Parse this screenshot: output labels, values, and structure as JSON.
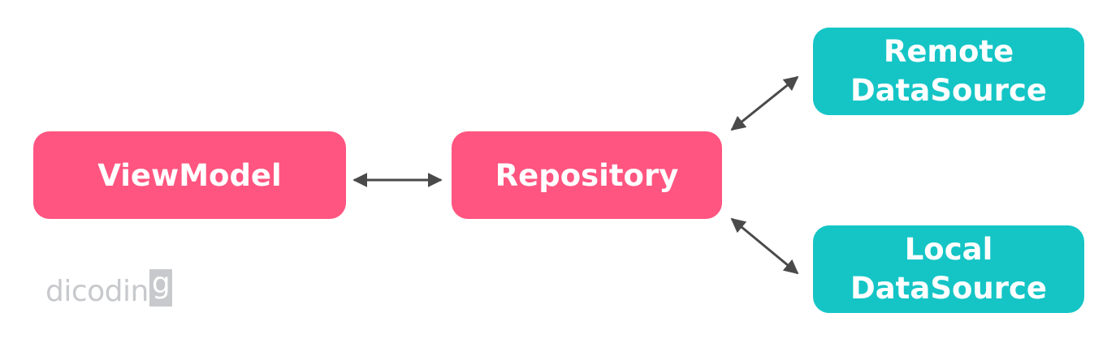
{
  "colors": {
    "pink": "#ff5580",
    "teal": "#15c5c6",
    "arrow": "#4a4a4a",
    "logo": "#c7c9cc"
  },
  "nodes": {
    "viewmodel": {
      "label": "ViewModel"
    },
    "repository": {
      "label": "Repository"
    },
    "remote": {
      "line1": "Remote",
      "line2": "DataSource"
    },
    "local": {
      "line1": "Local",
      "line2": "DataSource"
    }
  },
  "edges": [
    {
      "from": "ViewModel",
      "to": "Repository",
      "direction": "both"
    },
    {
      "from": "Repository",
      "to": "Remote DataSource",
      "direction": "both"
    },
    {
      "from": "Repository",
      "to": "Local DataSource",
      "direction": "both"
    }
  ],
  "logo": {
    "text_main": "dicodin",
    "text_box": "g"
  }
}
